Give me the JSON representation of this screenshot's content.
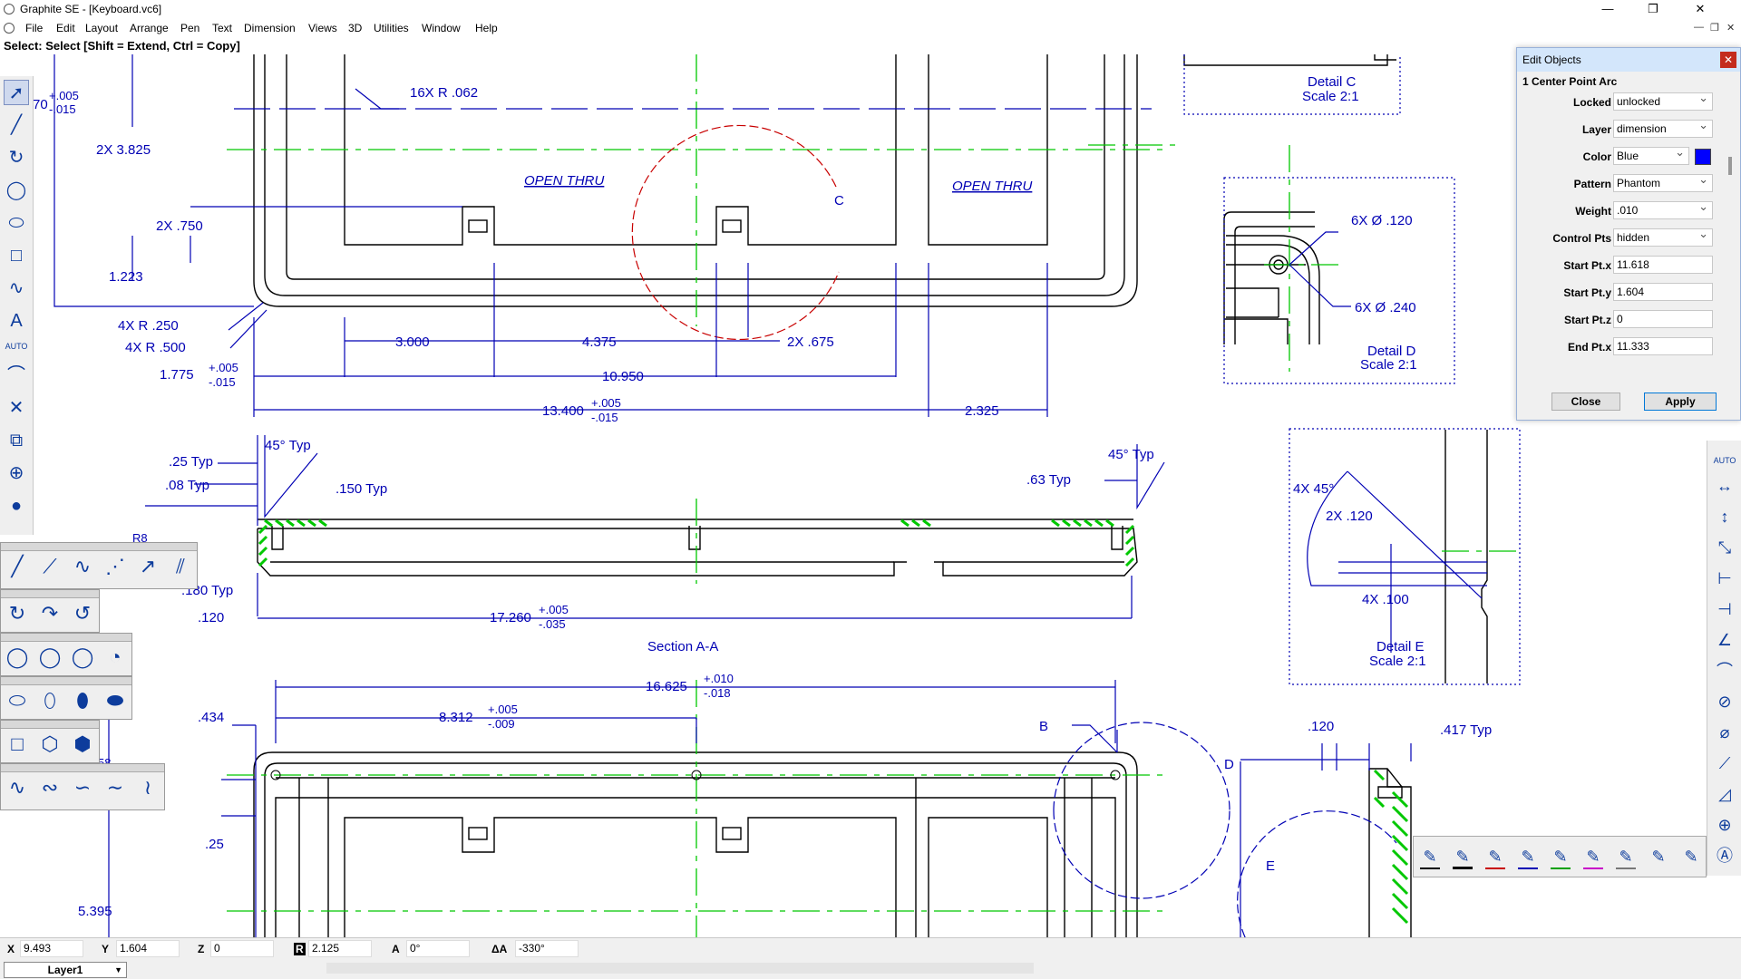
{
  "app": {
    "title": "Graphite SE - [Keyboard.vc6]",
    "window_controls": [
      "—",
      "❐",
      "✕"
    ],
    "mdi_controls": [
      "—",
      "❐",
      "✕"
    ]
  },
  "menu": [
    "File",
    "Edit",
    "Layout",
    "Arrange",
    "Pen",
    "Text",
    "Dimension",
    "Views",
    "3D",
    "Utilities",
    "Window",
    "Help"
  ],
  "prompt": "Select: Select  [Shift = Extend, Ctrl = Copy]",
  "drawing": {
    "labels": {
      "d_16x_r062": "16X  R .062",
      "d_2x_3825": "2X  3.825",
      "d_2x_750": "2X  .750",
      "d_1223": "1.223",
      "d_4x_r250": "4X  R .250",
      "d_4x_r500": "4X  R .500",
      "d_1775": "1.775",
      "d_1775_tol_plus": "+.005",
      "d_1775_tol_minus": "-.015",
      "d_70": "70",
      "d_70_tol_plus": "+.005",
      "d_70_tol_minus": "-.015",
      "open_thru_1": "OPEN THRU",
      "open_thru_2": "OPEN THRU",
      "c_marker": "C",
      "d_3000": "3.000",
      "d_4375": "4.375",
      "d_2x_675": "2X  .675",
      "d_10950": "10.950",
      "d_13400": "13.400",
      "d_13400_tol_plus": "+.005",
      "d_13400_tol_minus": "-.015",
      "d_2325": "2.325",
      "detail_c": "Detail  C",
      "detail_c_scale": "Scale  2:1",
      "detail_d": "Detail  D",
      "detail_d_scale": "Scale  2:1",
      "d_6x_120": "6X   Ø  .120",
      "d_6x_240": "6X   Ø  .240",
      "d_45_typ_l": "45° Typ",
      "d_25_typ": ".25  Typ",
      "d_08_typ": ".08  Typ",
      "d_150_typ": ".150  Typ",
      "d_63_typ": ".63  Typ",
      "d_45_typ_r": "45° Typ",
      "d_r8": "R8",
      "d_180_typ": ".180  Typ",
      "d_120": ".120",
      "d_17260": "17.260",
      "d_17260_tol_plus": "+.005",
      "d_17260_tol_minus": "-.035",
      "section_aa": "Section  A-A",
      "d_4x45": "4X   45°",
      "d_2x_120": "2X  .120",
      "d_4x_100": "4X  .100",
      "detail_e": "Detail  E",
      "detail_e_scale": "Scale  2:1",
      "d_16625": "16.625",
      "d_16625_tol_plus": "+.010",
      "d_16625_tol_minus": "-.018",
      "d_8312": "8.312",
      "d_8312_tol_plus": "+.005",
      "d_8312_tol_minus": "-.009",
      "d_434": ".434",
      "d_25": ".25",
      "d_5395": "5.395",
      "b_marker": "B",
      "d_marker": "D",
      "e_marker": "E",
      "d_120_b": ".120",
      "d_417_typ": ".417  Typ",
      "d_58": "58"
    }
  },
  "left_toolbar": {
    "tools": [
      "select-arrow-icon",
      "line-icon",
      "arc-icon",
      "circle-icon",
      "ellipse-icon",
      "rectangle-icon",
      "curve-icon",
      "text-icon",
      "auto-icon",
      "fillet-icon",
      "trim-icon",
      "group-icon",
      "zoom-icon",
      "globe-icon"
    ],
    "text_tool_glyph": "A",
    "auto_label": "AUTO"
  },
  "right_toolbar": {
    "auto_label": "AUTO"
  },
  "edit_objects": {
    "title": "Edit Objects",
    "object_label": "1 Center Point Arc",
    "properties": [
      {
        "label": "Locked",
        "value": "unlocked",
        "dropdown": true
      },
      {
        "label": "Layer",
        "value": "dimension",
        "dropdown": true
      },
      {
        "label": "Color",
        "value": "Blue",
        "dropdown": true
      },
      {
        "label": "Pattern",
        "value": "Phantom",
        "dropdown": true
      },
      {
        "label": "Weight",
        "value": ".010",
        "dropdown": true
      },
      {
        "label": "Control Pts",
        "value": "hidden",
        "dropdown": true
      },
      {
        "label": "Start Pt.x",
        "value": "11.618",
        "dropdown": false
      },
      {
        "label": "Start Pt.y",
        "value": "1.604",
        "dropdown": false
      },
      {
        "label": "Start Pt.z",
        "value": "0",
        "dropdown": false
      },
      {
        "label": "End Pt.x",
        "value": "11.333",
        "dropdown": false
      }
    ],
    "color_swatch": "#0000ff",
    "close_label": "Close",
    "apply_label": "Apply"
  },
  "status": {
    "x_label": "X",
    "x_value": "9.493",
    "y_label": "Y",
    "y_value": "1.604",
    "z_label": "Z",
    "z_value": "0",
    "r_label": "R",
    "r_value": "2.125",
    "a_label": "A",
    "a_value": "0°",
    "da_label": "ΔA",
    "da_value": "-330°",
    "layer": "Layer1"
  },
  "colors": {
    "dimension": "#0000b4",
    "geometry": "#000000",
    "centerline": "#00c800",
    "hatch": "#00c800",
    "arc_highlight": "#c80000"
  }
}
